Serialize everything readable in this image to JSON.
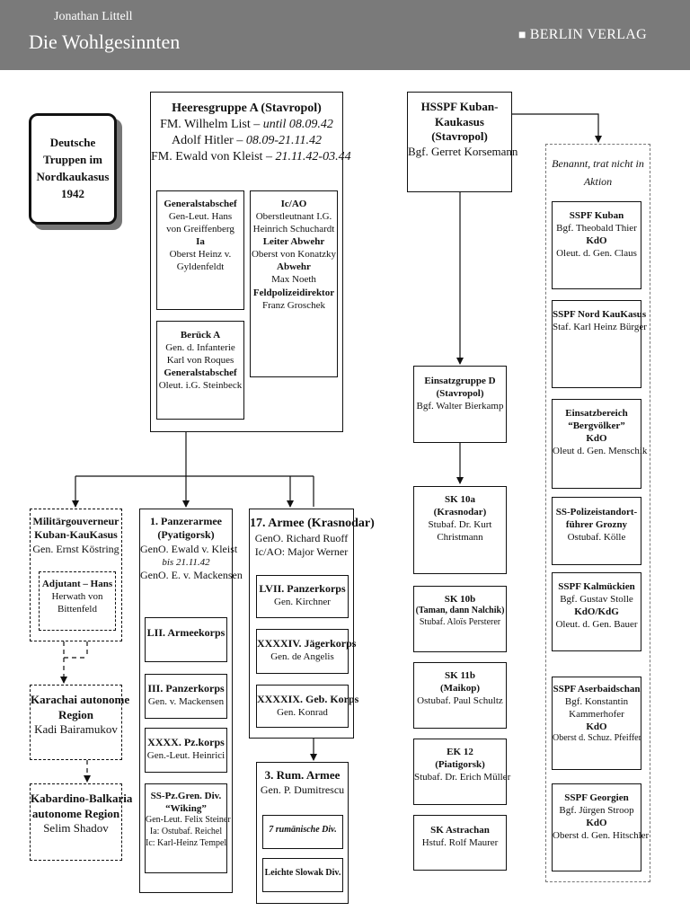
{
  "header": {
    "author": "Jonathan Littell",
    "title": "Die Wohlgesinnten",
    "publisher": "BERLIN VERLAG",
    "publisher_logo": "book-logo-icon"
  },
  "chart_title": [
    "Deutsche",
    "Truppen im",
    "Nordkaukasus",
    "1942"
  ],
  "heeresgruppe": {
    "title": "Heeresgruppe A (Stavropol)",
    "lines": [
      {
        "name": "FM. Wilhelm List – ",
        "date": "until 08.09.42"
      },
      {
        "name": "Adolf Hitler – ",
        "date": "08.09-21.11.42"
      },
      {
        "name": "FM. Ewald von Kleist – ",
        "date": "21.11.42-03.44"
      }
    ]
  },
  "gs_box": [
    "Generalstabschef",
    "Gen-Leut. Hans",
    "von Greiffenberg",
    "Ia",
    "Oberst Heinz v.",
    "Gyldenfeldt"
  ],
  "icao_box": [
    "Ic/AO",
    "Oberstleutnant I.G.",
    "Heinrich Schuchardt",
    "Leiter Abwehr",
    "Oberst von Konatzky",
    "Abwehr",
    "Max Noeth",
    "Feldpolizeidirektor",
    "Franz Groschek"
  ],
  "berueck_box": [
    "Berück A",
    "Gen. d. Infanterie",
    "Karl von Roques",
    "Generalstabschef",
    "Oleut. i.G. Steinbeck"
  ],
  "hsspf": {
    "lines": [
      "HSSPF Kuban-",
      "Kaukasus",
      "(Stavropol)"
    ],
    "person": "Bgf. Gerret Korsemann"
  },
  "benannt": [
    "Benannt, trat nicht in",
    "Aktion"
  ],
  "ss_units": [
    [
      "SSPF Kuban",
      "Bgf. Theobald Thier",
      "KdO",
      "Oleut. d. Gen. Claus"
    ],
    [
      "SSPF Nord KauKasus",
      "Staf. Karl Heinz Bürger"
    ],
    [
      "Einsatzbereich",
      "“Bergvölker”",
      "KdO",
      "Oleut d. Gen. Menschik"
    ],
    [
      "SS-Polizeistandort-",
      "führer Grozny",
      "Ostubaf. Kölle"
    ],
    [
      "SSPF Kalmückien",
      "Bgf. Gustav Stolle",
      "KdO/KdG",
      "Oleut. d. Gen. Bauer"
    ],
    [
      "SSPF Aserbaidschan",
      "Bgf. Konstantin",
      "Kammerhofer",
      "KdO",
      "Oberst d. Schuz. Pfeiffer"
    ],
    [
      "SSPF Georgien",
      "Bgf. Jürgen Stroop",
      "KdO",
      "Oberst d. Gen. Hitschler"
    ]
  ],
  "einsatzgruppe": [
    "Einsatzgruppe D",
    "(Stavropol)",
    "Bgf. Walter Bierkamp"
  ],
  "sonderkommandos": [
    [
      "SK 10a",
      "(Krasnodar)",
      "Stubaf. Dr. Kurt",
      "Christmann"
    ],
    [
      "SK 10b",
      "(Taman, dann Nalchik)",
      "Stubaf. Aloïs Persterer"
    ],
    [
      "SK 11b",
      "(Maikop)",
      "Ostubaf. Paul Schultz"
    ],
    [
      "EK 12",
      "(Piatigorsk)",
      "Stubaf. Dr. Erich Müller"
    ],
    [
      "SK Astrachan",
      "Hstuf. Rolf Maurer"
    ]
  ],
  "militaer": {
    "lines": [
      "Militärgouverneur",
      "Kuban-KauKasus",
      "Gen. Ernst Köstring"
    ],
    "adjutant": [
      "Adjutant – Hans",
      "Herwath von",
      "Bittenfeld"
    ]
  },
  "karachai": [
    "Karachai autonome",
    "Region",
    "Kadi Bairamukov"
  ],
  "kabardino": [
    "Kabardino-Balkaria",
    "autonome Region",
    "Selim Shadov"
  ],
  "panzerarmee": {
    "lines": [
      "1. Panzerarmee",
      "(Pyatigorsk)",
      "GenO. Ewald v. Kleist",
      "bis 21.11.42",
      "GenO. E. v. Mackensen"
    ],
    "korps": [
      [
        "LII. Armeekorps"
      ],
      [
        "III. Panzerkorps",
        "Gen. v. Mackensen"
      ],
      [
        "XXXX. Pz.korps",
        "Gen.-Leut. Heinrici"
      ],
      [
        "SS-Pz.Gren. Div.",
        "“Wiking”",
        "Gen-Leut. Felix Steiner",
        "Ia: Ostubaf. Reichel",
        "Ic: Karl-Heinz Tempel"
      ]
    ]
  },
  "armee17": {
    "title": "17. Armee (Krasnodar)",
    "lines": [
      "GenO. Richard Ruoff",
      "Ic/AO: Major Werner"
    ],
    "korps": [
      [
        "LVII. Panzerkorps",
        "Gen. Kirchner"
      ],
      [
        "XXXXIV. Jägerkorps",
        "Gen. de Angelis"
      ],
      [
        "XXXXIX. Geb. Korps",
        "Gen. Konrad"
      ]
    ]
  },
  "rum": {
    "title": "3. Rum. Armee",
    "person": "Gen. P. Dumitrescu",
    "divs": [
      "7 rumänische Div.",
      "Leichte Slowak Div."
    ]
  }
}
